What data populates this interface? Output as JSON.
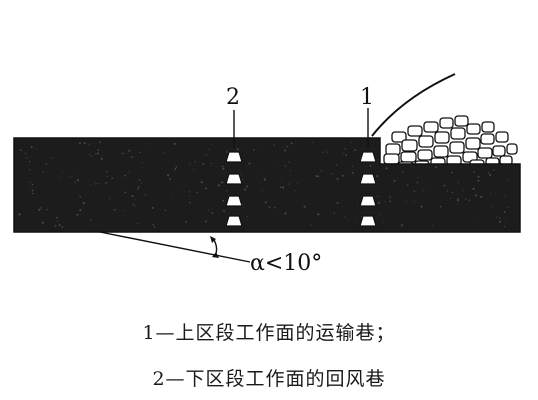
{
  "diagram": {
    "labels": {
      "marker_1": "1",
      "marker_2": "2",
      "angle": "α<10°"
    },
    "legend": [
      "1—上区段工作面的运输巷；",
      "2—下区段工作面的回风巷"
    ],
    "colors": {
      "seam": "#1c1c1c",
      "ink": "#111111",
      "rock_fill": "#ffffff",
      "paper": "#ffffff"
    }
  }
}
